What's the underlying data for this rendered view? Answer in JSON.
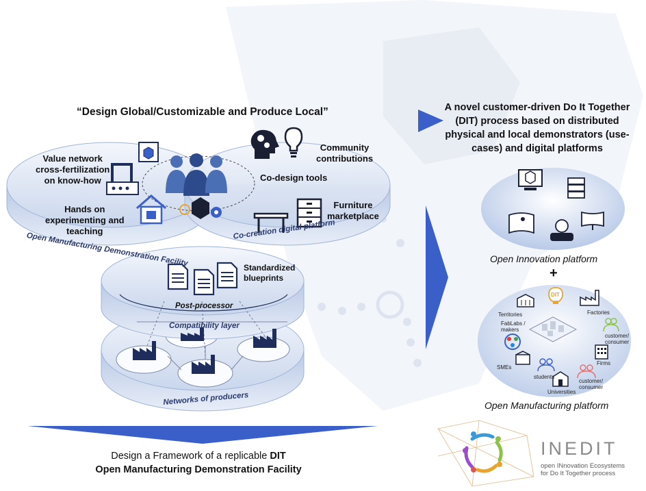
{
  "top_title": "“Design Global/Customizable and Produce Local”",
  "left_disc": {
    "label_value_network": "Value network cross-fertilization on know-how",
    "label_value_network_lines": [
      "Value network",
      "cross-fertilization",
      "on know-how"
    ],
    "label_hands_on_lines": [
      "Hands on",
      "experimenting and",
      "teaching"
    ],
    "ring_label": "Open Manufacturing Demonstration Facility"
  },
  "right_disc": {
    "label_community_lines": [
      "Community",
      "contributions"
    ],
    "label_codesign": "Co-design tools",
    "label_furniture_lines": [
      "Furniture",
      "marketplace"
    ],
    "ring_label": "Co-creation digital platform"
  },
  "middle_disc": {
    "label_blueprints_lines": [
      "Standardized",
      "blueprints"
    ],
    "post_processor": "Post-processor",
    "compatibility_layer": "Compatibility layer"
  },
  "bottom_disc": {
    "ring_label": "Networks of producers"
  },
  "bottom_caption": {
    "line1_prefix": "Design a Framework of a replicable ",
    "line1_bold": "DIT",
    "line2": "Open Manufacturing Demonstration Facility"
  },
  "right_title_lines": [
    "A novel customer-driven Do It Together",
    "(DIT) process based on distributed",
    "physical and local demonstrators (use-",
    "cases) and digital platforms"
  ],
  "open_innovation_label": "Open Innovation platform",
  "plus_sign": "+",
  "open_manufacturing_label": "Open Manufacturing platform",
  "om_small_labels": {
    "territories": "Territories",
    "fablabs": "FabLabs / makers",
    "factories": "Factories",
    "customer1": "customer/ consumer",
    "smes": "SMEs",
    "firms": "Firms",
    "students": "students",
    "customer2": "customer/ consumer",
    "universities": "Universities",
    "dit_badge": "DIT"
  },
  "logo": {
    "name": "INEDIT",
    "subtitle_lines": [
      "open INnovation Ecosystems",
      "for Do It Together process"
    ]
  },
  "colors": {
    "accent_blue": "#3a5fc8",
    "dark_navy": "#1f2d5c",
    "disc_blue": "#cfdcf0",
    "disc_edge": "#9fb4d8"
  }
}
